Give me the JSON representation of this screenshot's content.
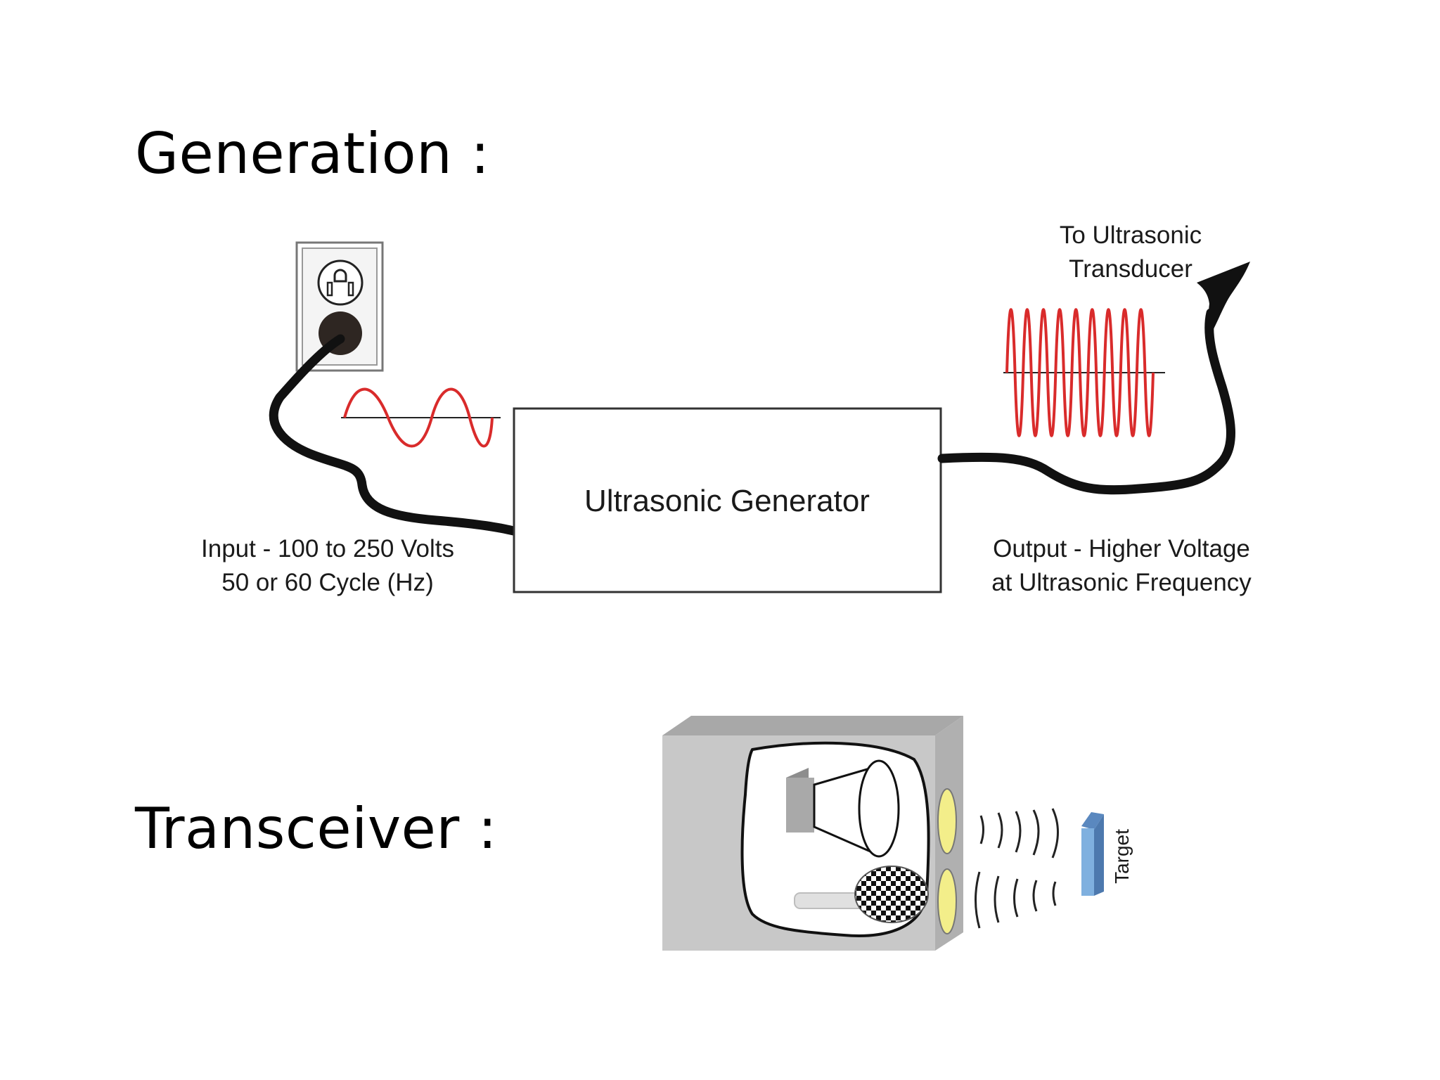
{
  "headings": {
    "generation": "Generation :",
    "transceiver": "Transceiver :"
  },
  "generation_diagram": {
    "generator_label": "Ultrasonic Generator",
    "input_label_line1": "Input - 100 to 250 Volts",
    "input_label_line2": "50 or 60 Cycle (Hz)",
    "output_label_line1": "Output - Higher Voltage",
    "output_label_line2": "at Ultrasonic Frequency",
    "destination_label_line1": "To Ultrasonic",
    "destination_label_line2": "Transducer",
    "input_wave_color": "#d92b2b",
    "output_wave_color": "#d92b2b"
  },
  "transceiver_diagram": {
    "target_label": "Target",
    "transducer_color": "#f3ee8a",
    "target_color": "#7fb0df",
    "housing_color": "#c8c8c8"
  }
}
